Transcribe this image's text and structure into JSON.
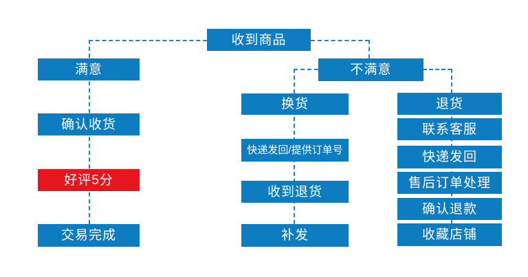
{
  "colors": {
    "box": "#0e7cc1",
    "highlight": "#e6161f",
    "connector": "#1b84c9",
    "text": "#ffffff"
  },
  "nodes": {
    "root": "收到商品",
    "left": [
      "满意",
      "确认收货",
      "好评5分",
      "交易完成"
    ],
    "dissatisfied": "不满意",
    "middle": [
      "换货",
      "快递发回/提供订单号",
      "收到退货",
      "补发"
    ],
    "right": [
      "退货",
      "联系客服",
      "快递发回",
      "售后订单处理",
      "确认退款",
      "收藏店铺"
    ]
  }
}
